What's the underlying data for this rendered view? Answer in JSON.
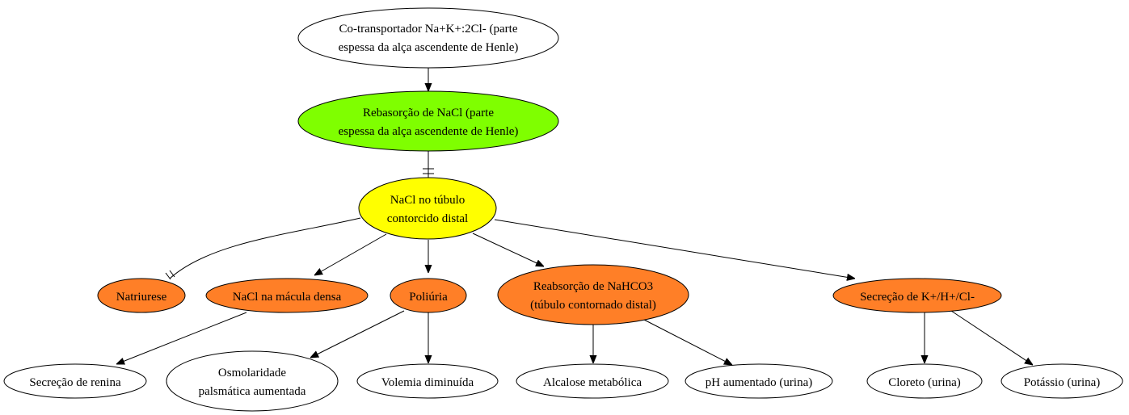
{
  "colors": {
    "green": "#7fff00",
    "yellow": "#ffff00",
    "orange": "#ff7f27",
    "white": "#ffffff"
  },
  "nodes": {
    "cotransportador": {
      "lines": [
        "Co-transportador Na+K+:2Cl- (parte",
        "espessa da alça ascendente de Henle)"
      ]
    },
    "rebasorcao": {
      "lines": [
        "Rebasorção de NaCl (parte",
        "espessa da alça ascendente de Henle)"
      ]
    },
    "nacl_tubulo": {
      "lines": [
        "NaCl no túbulo",
        "contorcido distal"
      ]
    },
    "natriurese": {
      "lines": [
        "Natriurese"
      ]
    },
    "nacl_macula": {
      "lines": [
        "NaCl na mácula densa"
      ]
    },
    "poliuria": {
      "lines": [
        "Poliúria"
      ]
    },
    "reabsorcao_nahco3": {
      "lines": [
        "Reabsorção de NaHCO3",
        "(túbulo contornado distal)"
      ]
    },
    "secrecao_khcl": {
      "lines": [
        "Secreção de K+/H+/Cl-"
      ]
    },
    "secrecao_renina": {
      "lines": [
        "Secreção de renina"
      ]
    },
    "osmolaridade": {
      "lines": [
        "Osmolaridade",
        "palsmática aumentada"
      ]
    },
    "volemia": {
      "lines": [
        "Volemia diminuída"
      ]
    },
    "alcalose": {
      "lines": [
        "Alcalose metabólica"
      ]
    },
    "ph_aumentado": {
      "lines": [
        "pH aumentado (urina)"
      ]
    },
    "cloreto": {
      "lines": [
        "Cloreto (urina)"
      ]
    },
    "potassio": {
      "lines": [
        "Potássio (urina)"
      ]
    }
  }
}
